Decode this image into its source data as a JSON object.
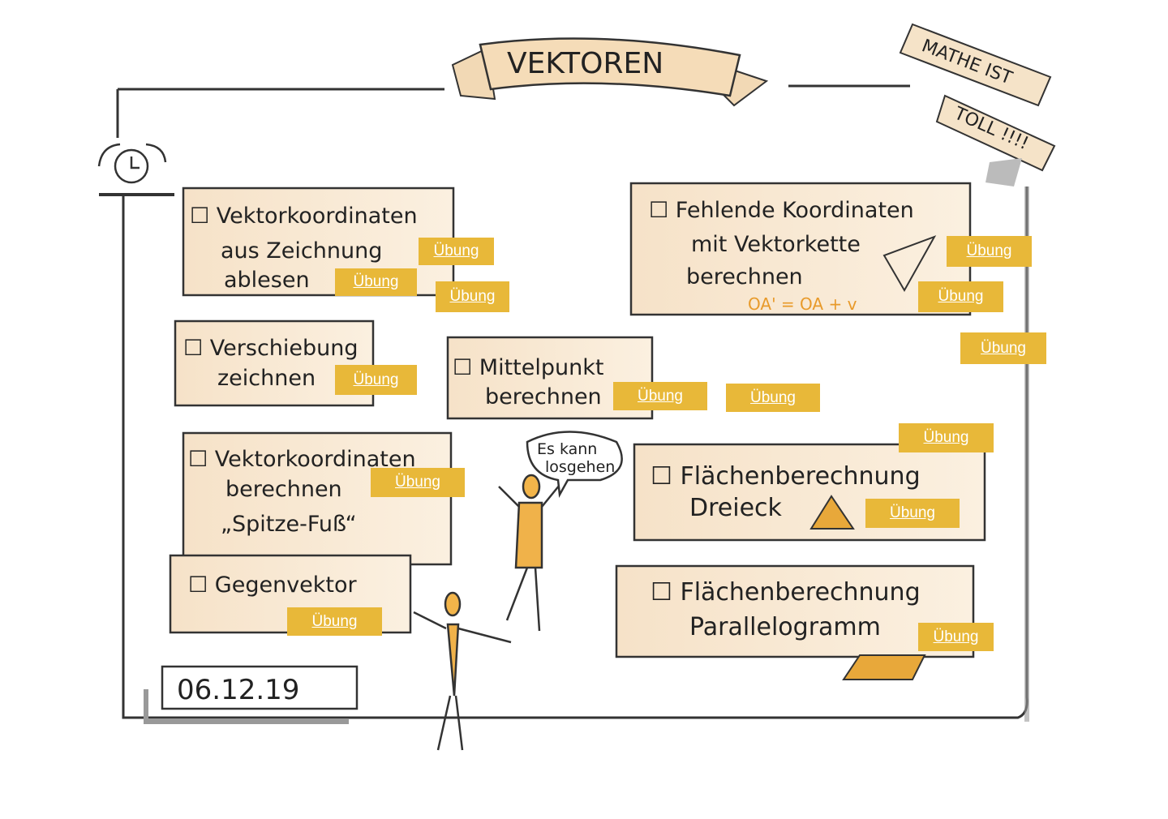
{
  "title": "VEKTOREN",
  "banner": {
    "line1": "MATHE IST",
    "line2": "TOLL !!!!"
  },
  "tasks": [
    {
      "lines": [
        "Vektorkoordinaten",
        "aus Zeichnung",
        "ablesen"
      ]
    },
    {
      "lines": [
        "Verschiebung",
        "zeichnen"
      ]
    },
    {
      "lines": [
        "Mittelpunkt",
        "berechnen"
      ]
    },
    {
      "lines": [
        "Vektorkoordinaten",
        "berechnen",
        "„Spitze-Fuß“"
      ]
    },
    {
      "lines": [
        "Gegenvektor"
      ]
    },
    {
      "lines": [
        "Fehlende Koordinaten",
        "mit Vektorkette",
        "berechnen"
      ],
      "formula": "OA' = OA + v"
    },
    {
      "lines": [
        "Flächenberechnung",
        "Dreieck"
      ]
    },
    {
      "lines": [
        "Flächenberechnung",
        "Parallelogramm"
      ]
    }
  ],
  "speech_bubble": [
    "Es kann",
    "losgehen"
  ],
  "date": "06.12.19",
  "exercise_label": "Übung",
  "accent_color": "#e8b839",
  "buttons": [
    {
      "label": "Übung"
    },
    {
      "label": "Übung"
    },
    {
      "label": "Übung"
    },
    {
      "label": "Übung"
    },
    {
      "label": "Übung"
    },
    {
      "label": "Übung"
    },
    {
      "label": "Übung"
    },
    {
      "label": "Übung"
    },
    {
      "label": "Übung"
    },
    {
      "label": "Übung"
    },
    {
      "label": "Übung"
    },
    {
      "label": "Übung"
    },
    {
      "label": "Übung"
    },
    {
      "label": "Übung"
    }
  ]
}
